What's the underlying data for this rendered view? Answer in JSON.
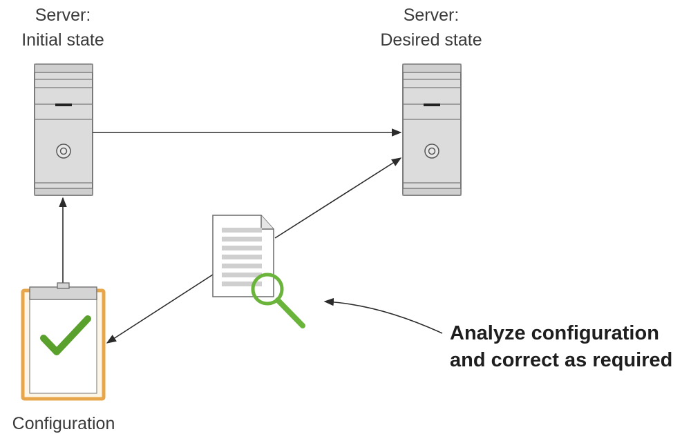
{
  "initial_server": {
    "label_line1": "Server:",
    "label_line2": "Initial state",
    "icon": "server-tower-icon"
  },
  "desired_server": {
    "label_line1": "Server:",
    "label_line2": "Desired state",
    "icon": "server-tower-icon"
  },
  "configuration": {
    "label": "Configuration",
    "icon": "clipboard-checkmark-icon"
  },
  "analysis": {
    "icon": "document-magnifier-icon",
    "callout_line1": "Analyze configuration",
    "callout_line2": "and correct as required"
  },
  "colors": {
    "checkmark": "#5aa02c",
    "magnifier": "#6ab43c",
    "clipboard_border": "#e8a64a",
    "clipboard_fill": "#fdf6e6",
    "server_fill": "#dcdcdc",
    "arrow": "#2b2b2b"
  }
}
